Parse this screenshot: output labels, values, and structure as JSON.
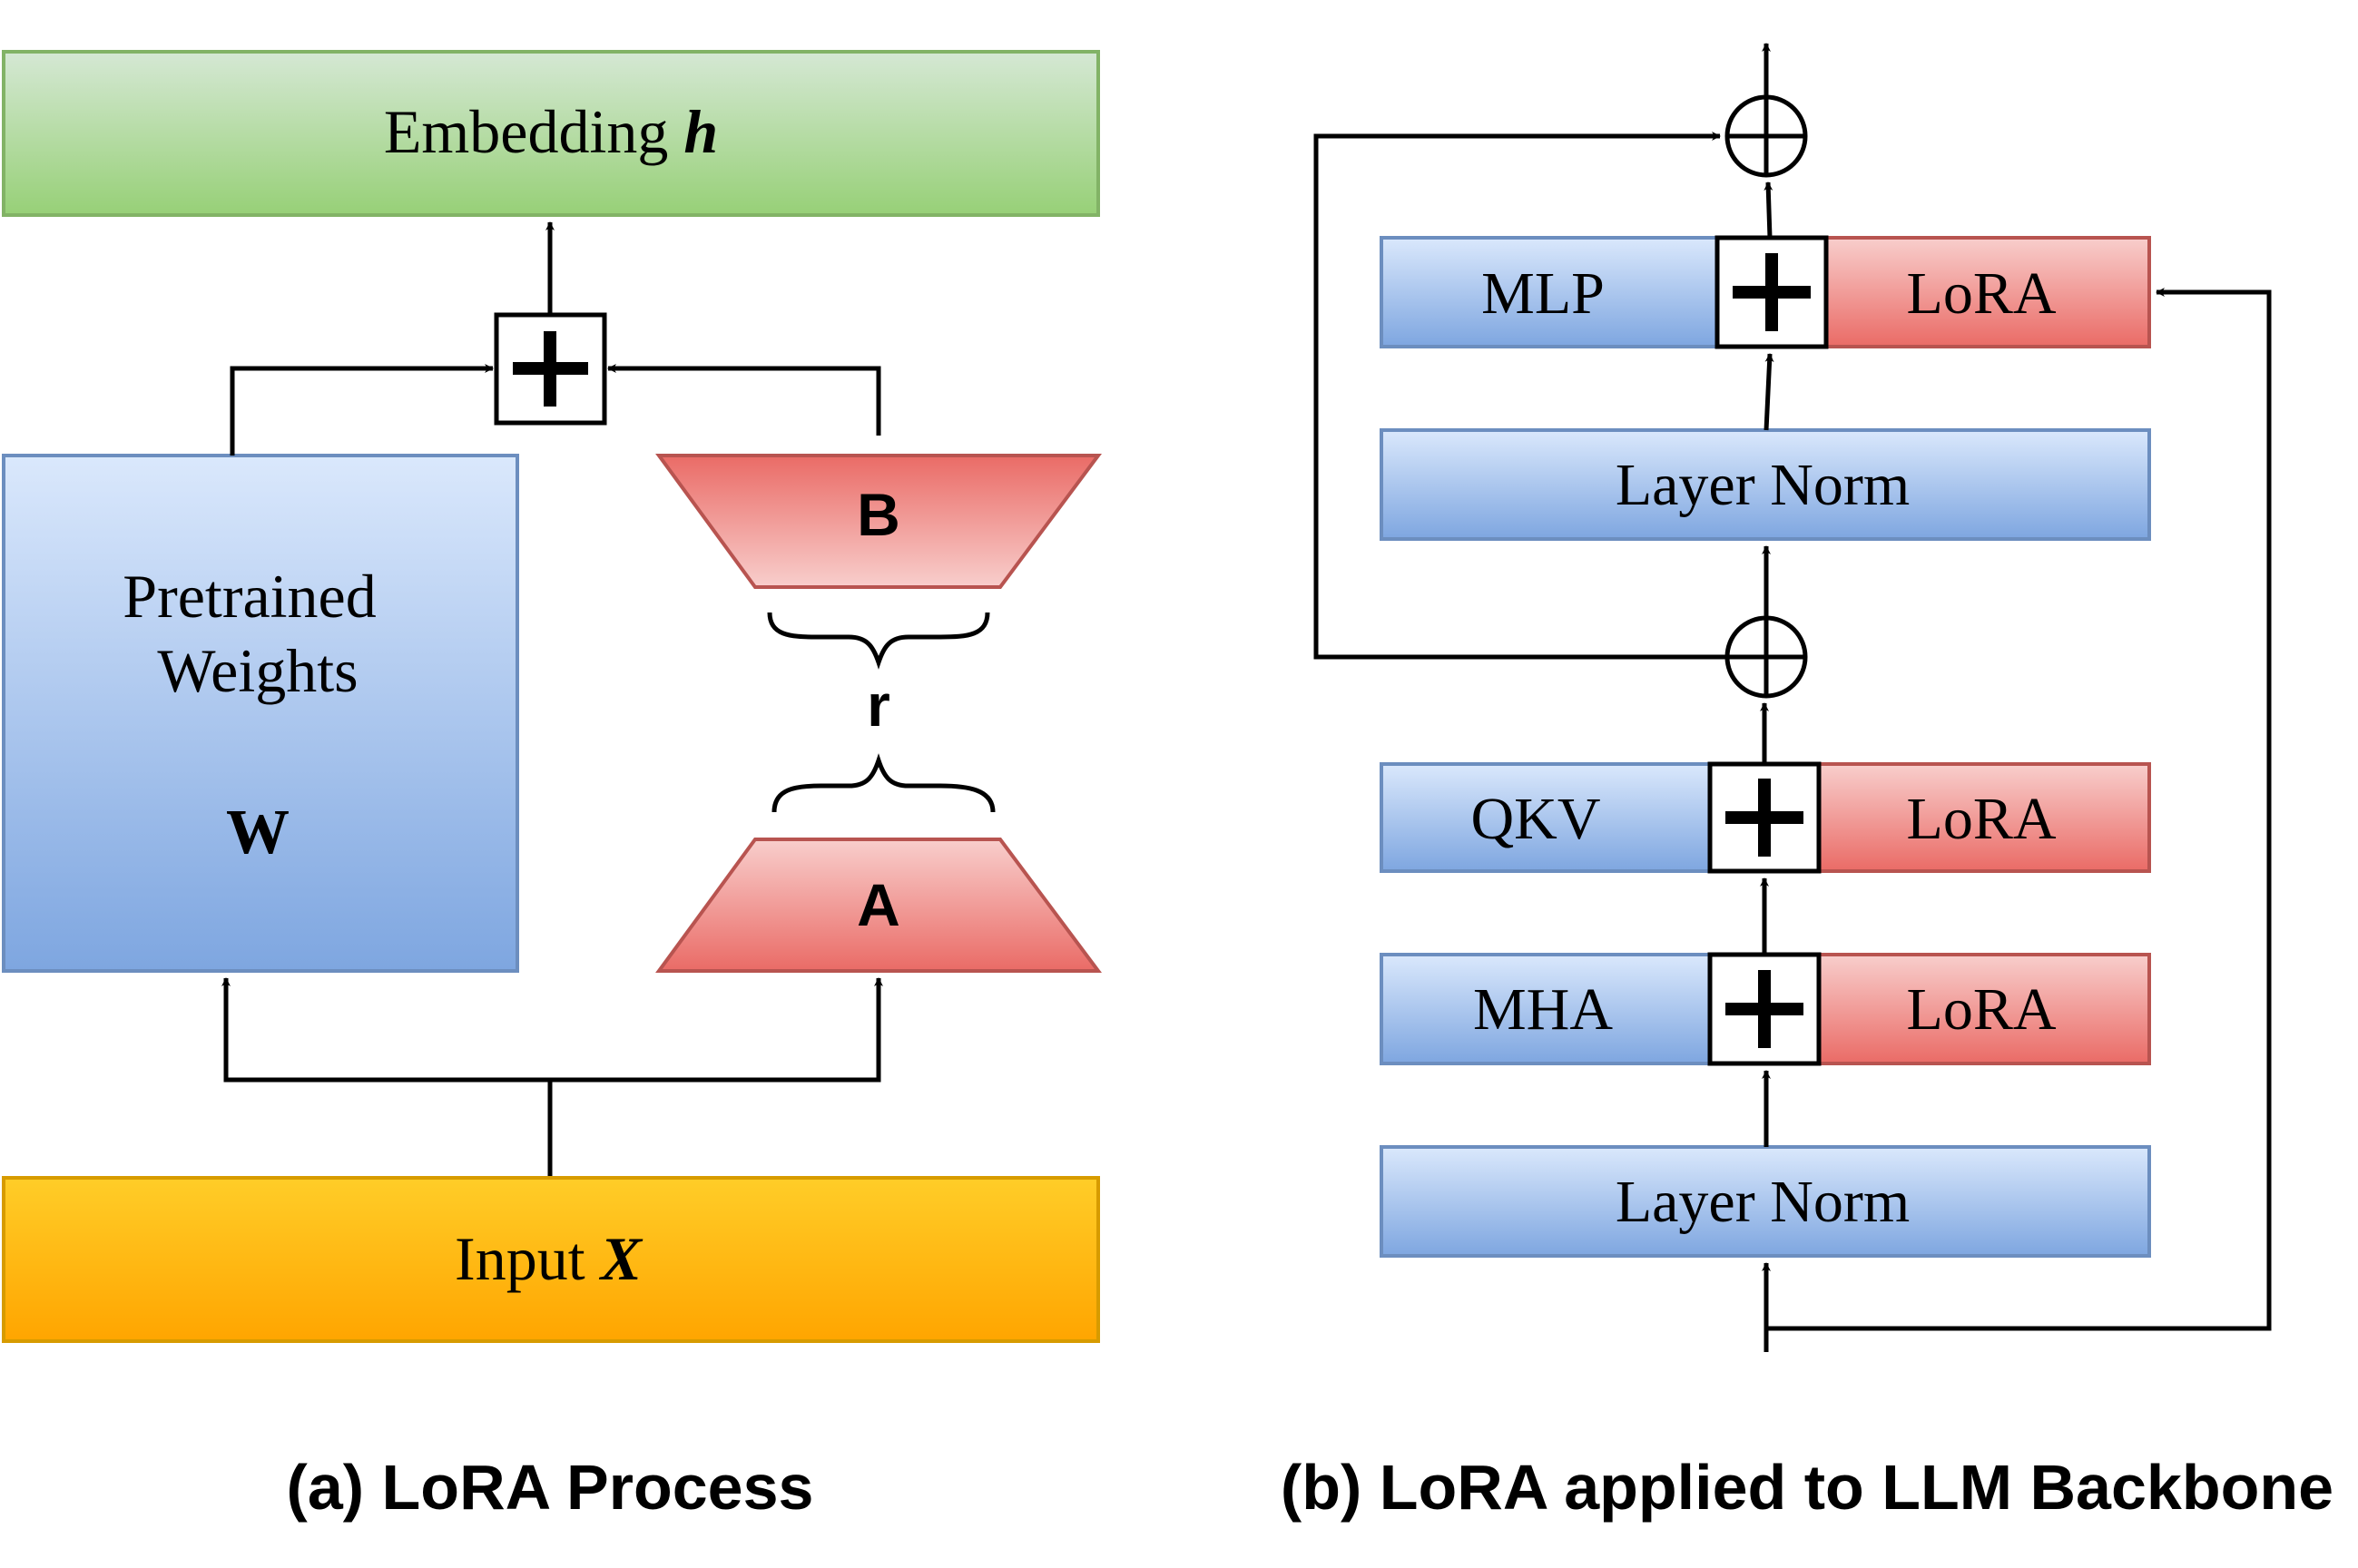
{
  "panel_a": {
    "embedding": {
      "text": "Embedding ",
      "symbol": "h"
    },
    "pretrained": {
      "line1": "Pretrained",
      "line2": "Weights",
      "symbol": "W"
    },
    "matrix_b": "B",
    "matrix_a": "A",
    "rank": "r",
    "input": {
      "text": "Input ",
      "symbol": "X"
    },
    "caption": "(a) LoRA Process"
  },
  "panel_b": {
    "mlp": "MLP",
    "lora_top": "LoRA",
    "layer_norm_top": "Layer Norm",
    "qkv": "QKV",
    "lora_qkv": "LoRA",
    "mha": "MHA",
    "lora_mha": "LoRA",
    "layer_norm_bottom": "Layer Norm",
    "caption": "(b) LoRA applied to LLM Backbone"
  },
  "colors": {
    "blue_fill_top": "#dae8fc",
    "blue_fill_bottom": "#7ea6e0",
    "blue_stroke": "#6c8ebf",
    "red_fill_top": "#f8cecc",
    "red_fill_bottom": "#ea6b66",
    "red_stroke": "#b85450",
    "green_fill_top": "#d5e8d4",
    "green_fill_bottom": "#97d077",
    "green_stroke": "#82b366",
    "orange_fill_top": "#ffcd28",
    "orange_fill_bottom": "#ffa500",
    "orange_stroke": "#d79b00"
  }
}
